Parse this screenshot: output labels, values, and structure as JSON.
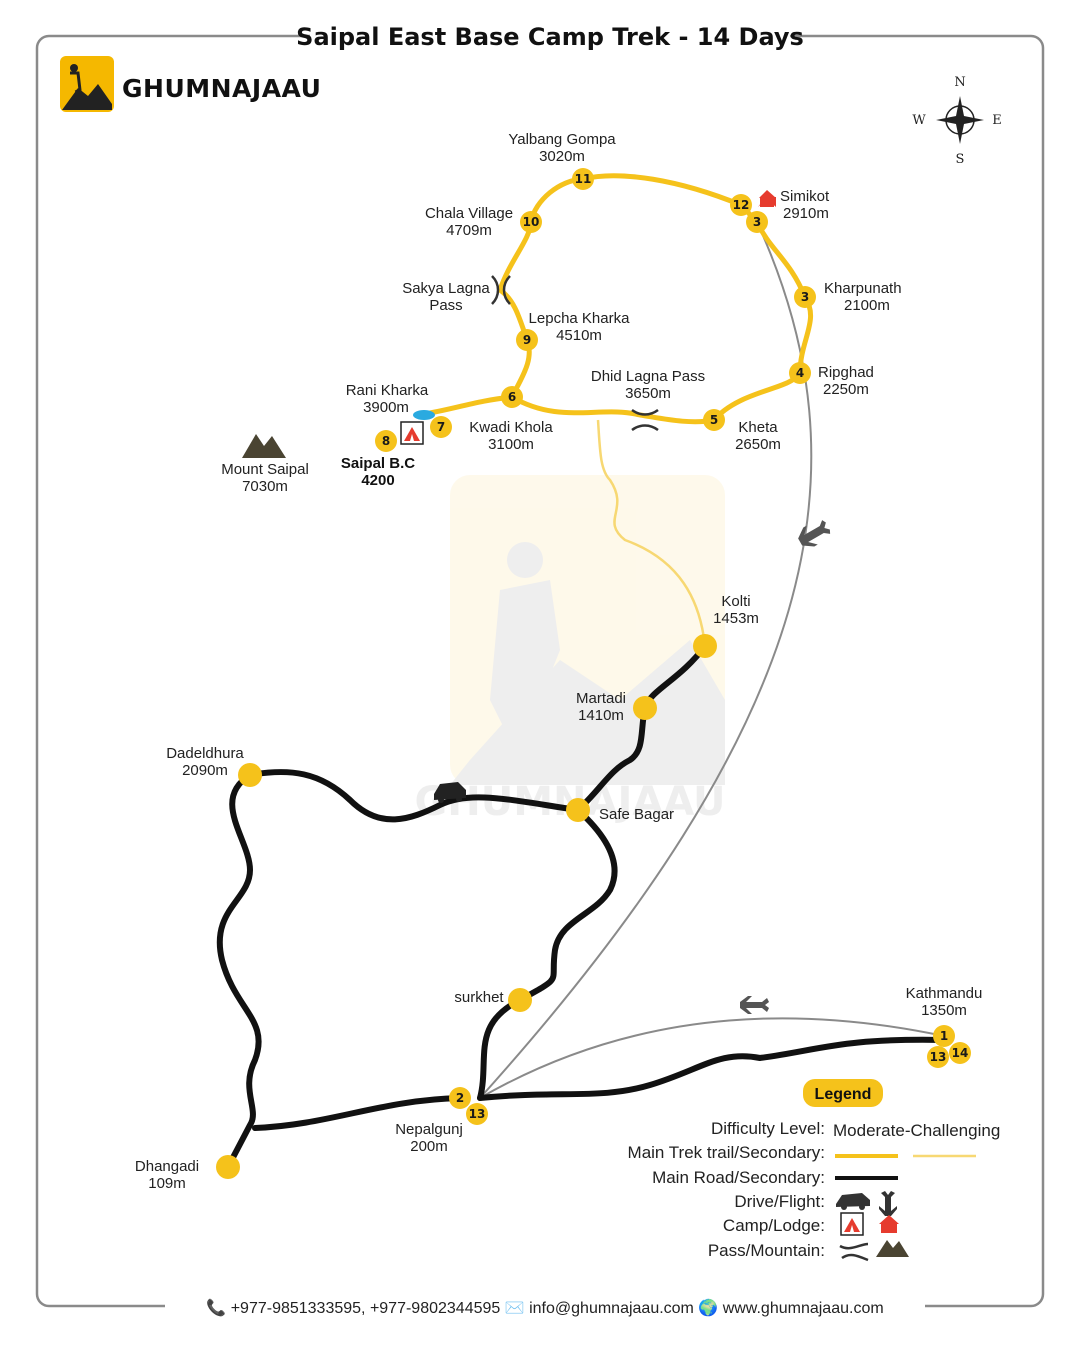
{
  "title": "Saipal East Base Camp Trek - 14 Days",
  "brand": "GHUMNAJAAU",
  "watermark": "GHUMNAJAAU",
  "compass": {
    "n": "N",
    "s": "S",
    "e": "E",
    "w": "W"
  },
  "places": {
    "yalbang": [
      "Yalbang Gompa",
      "3020m"
    ],
    "chala": [
      "Chala Village",
      "4709m"
    ],
    "simikot": [
      "Simikot",
      "2910m"
    ],
    "sakya": [
      "Sakya Lagna",
      "Pass"
    ],
    "kharpunath": [
      "Kharpunath",
      "2100m"
    ],
    "lepcha": [
      "Lepcha Kharka",
      "4510m"
    ],
    "ripghad": [
      "Ripghad",
      "2250m"
    ],
    "dhid": [
      "Dhid Lagna Pass",
      "3650m"
    ],
    "rani": [
      "Rani Kharka",
      "3900m"
    ],
    "kwadi": [
      "Kwadi Khola",
      "3100m"
    ],
    "kheta": [
      "Kheta",
      "2650m"
    ],
    "saipalbc": [
      "Saipal B.C",
      "4200"
    ],
    "mtsaipal": [
      "Mount Saipal",
      "7030m"
    ],
    "kolti": [
      "Kolti",
      "1453m"
    ],
    "martadi": [
      "Martadi",
      "1410m"
    ],
    "dadeldhura": [
      "Dadeldhura",
      "2090m"
    ],
    "safebagar": [
      "Safe Bagar"
    ],
    "surkhet": [
      "surkhet"
    ],
    "kathmandu": [
      "Kathmandu",
      "1350m"
    ],
    "nepalgunj": [
      "Nepalgunj",
      "200m"
    ],
    "dhangadi": [
      "Dhangadi",
      "109m"
    ]
  },
  "days": {
    "d1": "1",
    "d2": "2",
    "d3a": "3",
    "d3b": "3",
    "d4": "4",
    "d5": "5",
    "d6": "6",
    "d7": "7",
    "d8": "8",
    "d9": "9",
    "d10": "10",
    "d11": "11",
    "d12": "12",
    "d13a": "13",
    "d13b": "13",
    "d14": "14"
  },
  "legend": {
    "title": "Legend",
    "difficulty_label": "Difficulty Level:",
    "difficulty_value": "Moderate-Challenging",
    "trail_label": "Main Trek trail/Secondary:",
    "road_label": "Main Road/Secondary:",
    "drive_label": "Drive/Flight:",
    "camp_label": "Camp/Lodge:",
    "pass_label": "Pass/Mountain:"
  },
  "footer": "📞 +977-9851333595, +977-9802344595 ✉️ info@ghumnajaau.com 🌍 www.ghumnajaau.com",
  "colors": {
    "trail": "#f5c21b",
    "trail_light": "#f7d873",
    "road": "#111111",
    "flight": "#8a8a8a",
    "camp": "#e63b2e",
    "frame": "#888888"
  }
}
